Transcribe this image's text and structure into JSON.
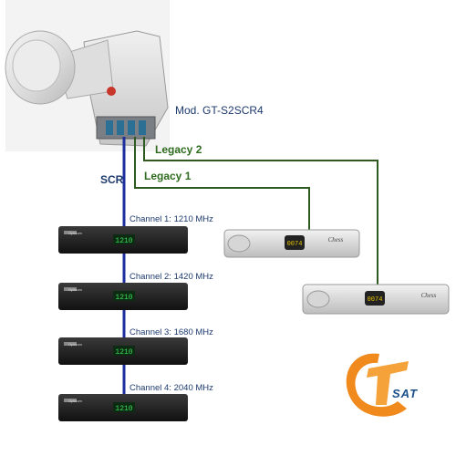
{
  "model": {
    "label": "Mod. GT-S2SCR4"
  },
  "outputs": {
    "legacy1": "Legacy 1",
    "legacy2": "Legacy 2",
    "scr": "SCR"
  },
  "channels": [
    {
      "label": "Channel 1: 1210 MHz"
    },
    {
      "label": "Channel 2: 1420 MHz"
    },
    {
      "label": "Channel 3: 1680 MHz"
    },
    {
      "label": "Channel 4: 2040 MHz"
    }
  ],
  "receivers": {
    "display_text": "1210",
    "brand": "Opticum",
    "legacy_display": "0074",
    "legacy_brand": "Chess"
  },
  "logo": {
    "text": "SAT"
  },
  "colors": {
    "scr_line": "#1c2f9c",
    "legacy_line": "#2f5a1f",
    "label_blue": "#1d3a6e",
    "label_green": "#2f6b1f",
    "logo_orange": "#f08a1c",
    "logo_blue": "#1a4f8a"
  },
  "icons": [
    "lnb-icon",
    "receiver-icon",
    "legacy-receiver-icon",
    "gtsat-logo-icon"
  ]
}
